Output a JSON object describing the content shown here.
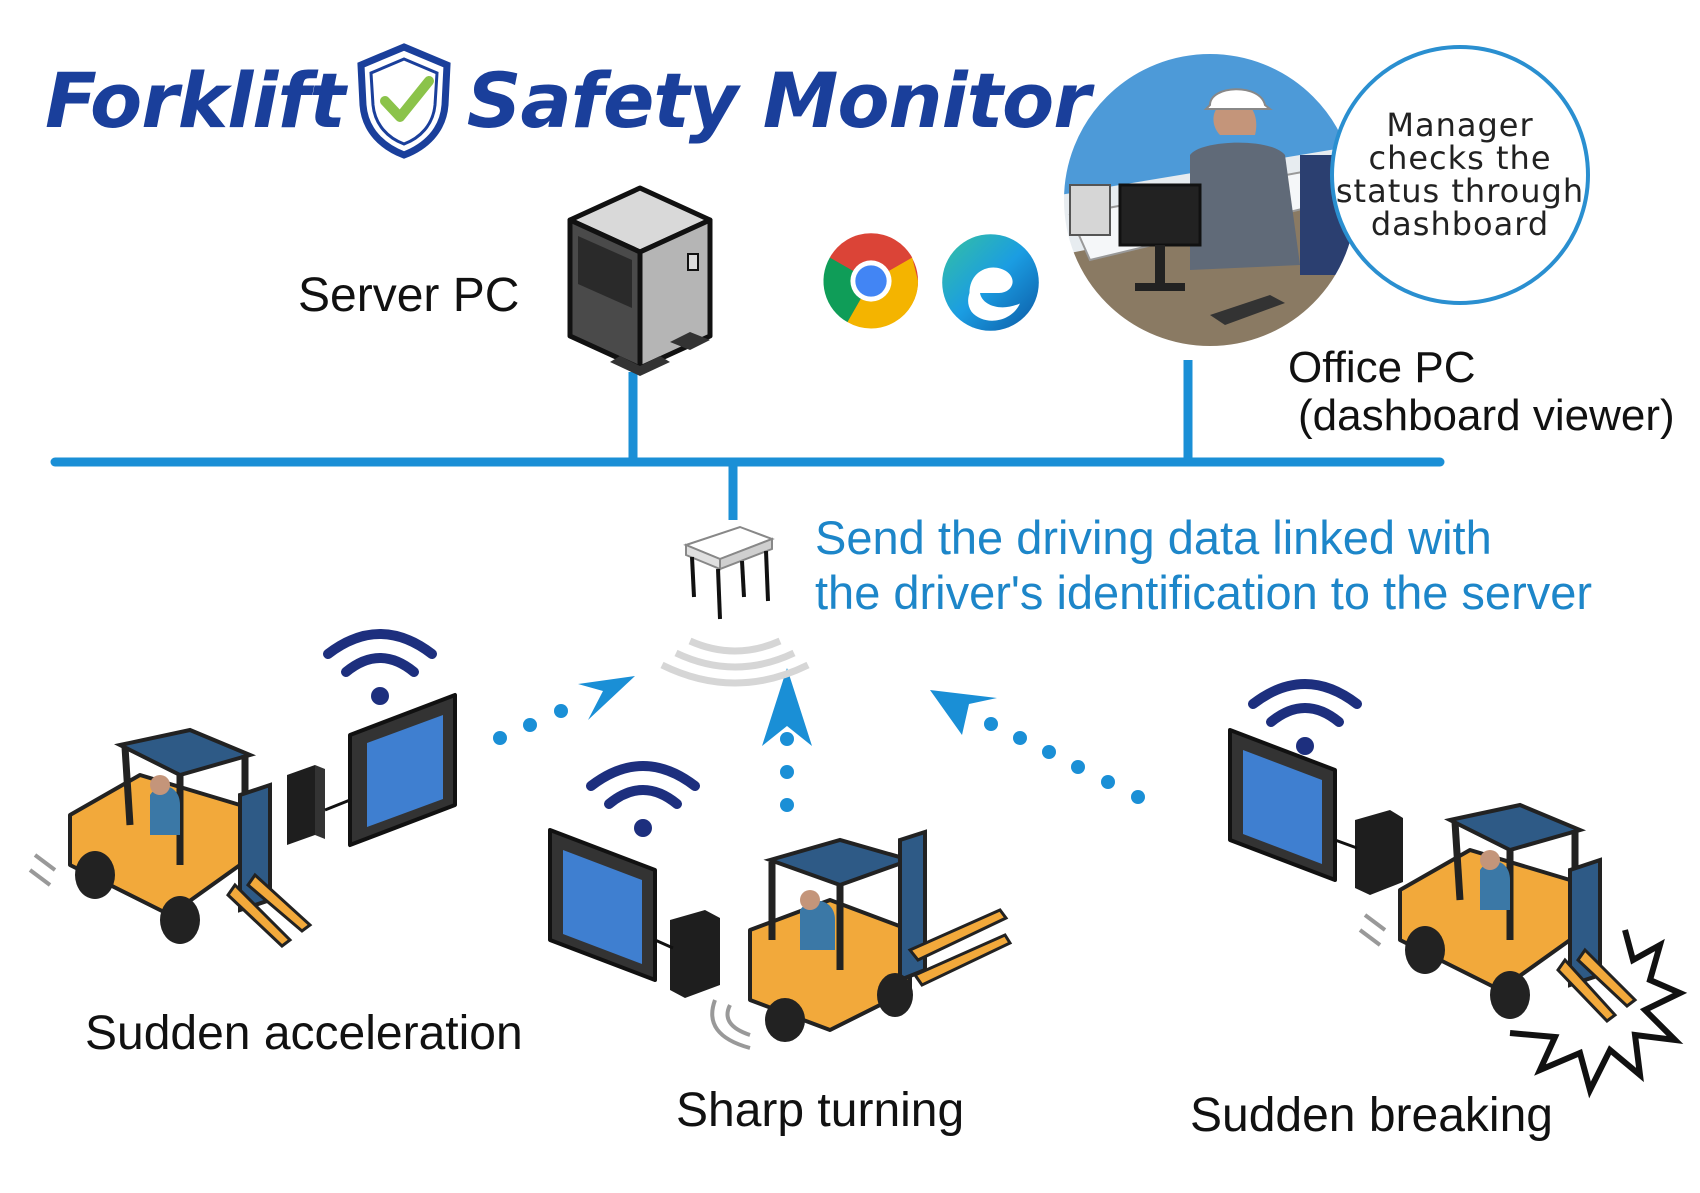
{
  "title": {
    "word1": "Forklift",
    "word2": "Safety Monitor"
  },
  "labels": {
    "server": "Server PC",
    "office_line1": "Office PC",
    "office_line2": "(dashboard viewer)",
    "bubble": "Manager checks the status through dashboard",
    "message_line1": "Send the driving data linked with",
    "message_line2": "the driver's identification to the server",
    "event1": "Sudden acceleration",
    "event2": "Sharp turning",
    "event3": "Sudden breaking"
  },
  "colors": {
    "title": "#1a3f9b",
    "network": "#1a8fd6",
    "message": "#1d86c9",
    "wifi": "#1d2f7e",
    "forklift_body": "#f2a93b",
    "forklift_cab": "#2e5a86",
    "check": "#8bc34a"
  },
  "icons": [
    "shield-check-icon",
    "server-tower-icon",
    "chrome-icon",
    "edge-icon",
    "office-manager-illustration",
    "access-point-icon",
    "wifi-icon",
    "tablet-icon",
    "forklift-icon",
    "impact-burst-icon"
  ]
}
